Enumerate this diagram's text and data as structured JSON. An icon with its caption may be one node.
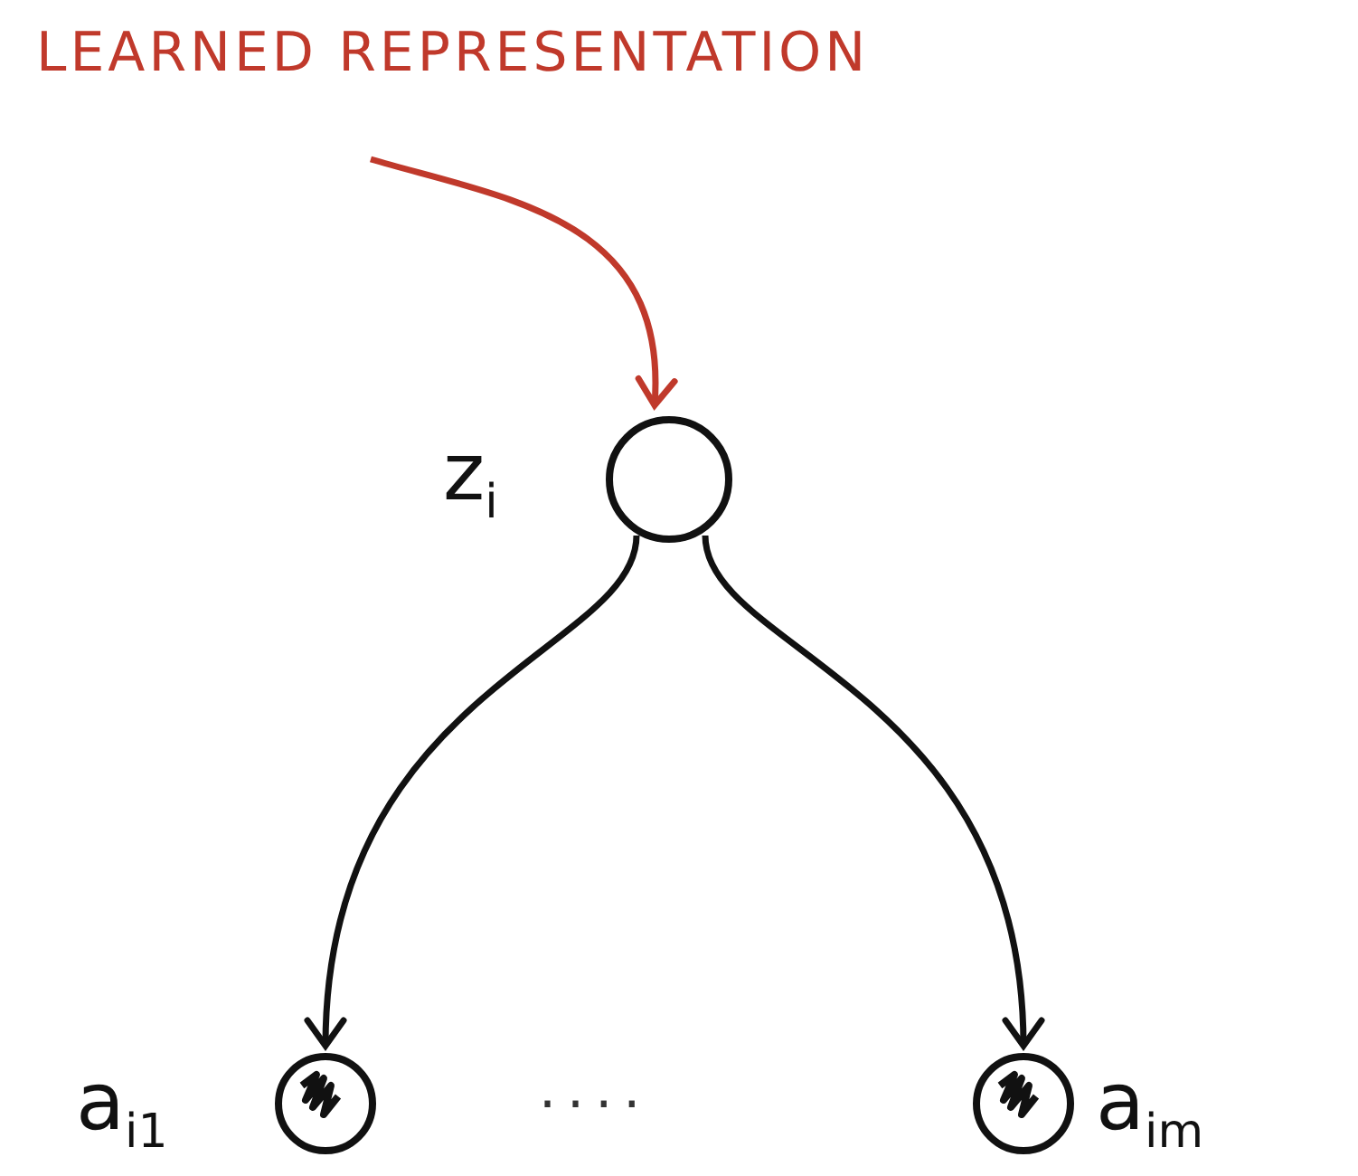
{
  "diagram": {
    "nodes": [
      {
        "text": [
          "LEARNED REPRESENTATION"
        ]
      },
      {
        "text": [],
        "shape": "circle",
        "beside": [
          "z$_{i}$"
        ]
      },
      {
        "text": [],
        "shape": "circle",
        "beside": [
          "a$_{i1}$"
        ]
      },
      {
        "text": [],
        "shape": "circle",
        "beside": [
          "a$_{im}$"
        ]
      }
    ],
    "edges": [
      {
        "from": 0,
        "to": 1,
        "arrow": "to",
        "color": "#c0392b"
      },
      {
        "from": 1,
        "to": 2,
        "arrow": "to"
      },
      {
        "from": 1,
        "to": 3,
        "arrow": "to"
      }
    ],
    "labels": [
      "...."
    ]
  }
}
